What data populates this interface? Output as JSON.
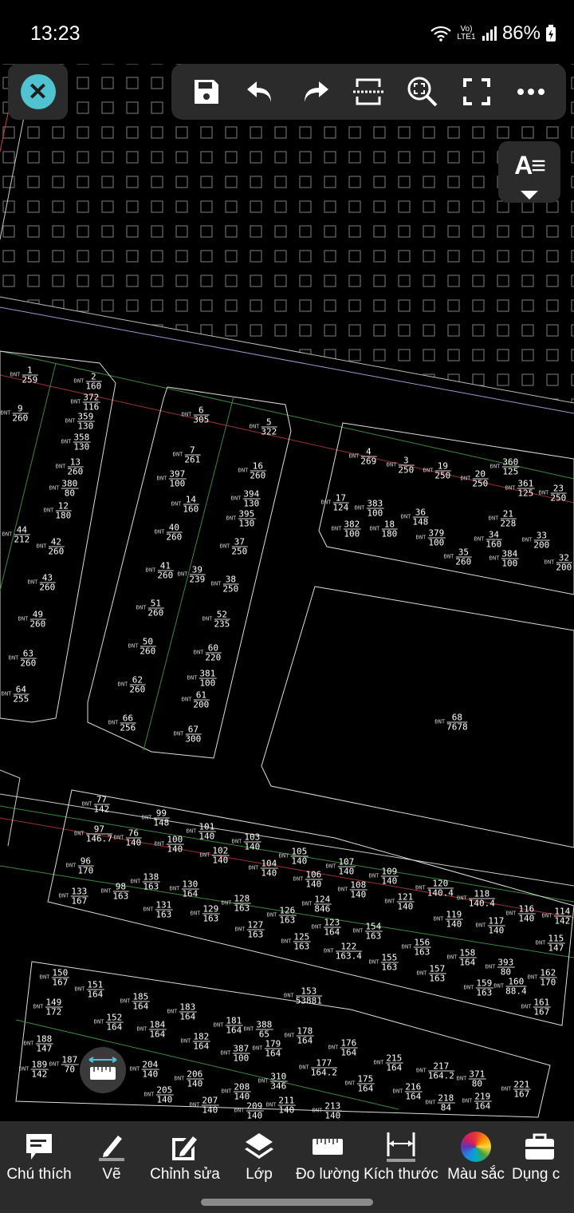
{
  "status_bar": {
    "time": "13:23",
    "network": "Vo) LTE1",
    "battery": "86%"
  },
  "toolbar": {
    "icons": [
      "save-icon",
      "undo-icon",
      "redo-icon",
      "section-icon",
      "zoom-extents-icon",
      "fullscreen-icon",
      "more-icon"
    ]
  },
  "accent_color": "#4fc3cf",
  "drawing": {
    "parcel_prefix": "ĐNT",
    "parcels": [
      {
        "id": "1",
        "area": "259"
      },
      {
        "id": "2",
        "area": "160"
      },
      {
        "id": "372",
        "area": "116"
      },
      {
        "id": "359",
        "area": "130"
      },
      {
        "id": "358",
        "area": "130"
      },
      {
        "id": "9",
        "area": "260"
      },
      {
        "id": "13",
        "area": "260"
      },
      {
        "id": "380",
        "area": "80"
      },
      {
        "id": "12",
        "area": "180"
      },
      {
        "id": "44",
        "area": "212"
      },
      {
        "id": "42",
        "area": "260"
      },
      {
        "id": "43",
        "area": "260"
      },
      {
        "id": "49",
        "area": "260"
      },
      {
        "id": "63",
        "area": "260"
      },
      {
        "id": "64",
        "area": "255"
      },
      {
        "id": "6",
        "area": "305"
      },
      {
        "id": "5",
        "area": "322"
      },
      {
        "id": "7",
        "area": "261"
      },
      {
        "id": "16",
        "area": "260"
      },
      {
        "id": "397",
        "area": "100"
      },
      {
        "id": "14",
        "area": "160"
      },
      {
        "id": "394",
        "area": "130"
      },
      {
        "id": "395",
        "area": "130"
      },
      {
        "id": "40",
        "area": "260"
      },
      {
        "id": "37",
        "area": "250"
      },
      {
        "id": "41",
        "area": "260"
      },
      {
        "id": "39",
        "area": "239"
      },
      {
        "id": "38",
        "area": "250"
      },
      {
        "id": "51",
        "area": "260"
      },
      {
        "id": "52",
        "area": "235"
      },
      {
        "id": "50",
        "area": "260"
      },
      {
        "id": "60",
        "area": "220"
      },
      {
        "id": "381",
        "area": "100"
      },
      {
        "id": "62",
        "area": "260"
      },
      {
        "id": "61",
        "area": "200"
      },
      {
        "id": "66",
        "area": "256"
      },
      {
        "id": "67",
        "area": "300"
      },
      {
        "id": "4",
        "area": "269"
      },
      {
        "id": "3",
        "area": "250"
      },
      {
        "id": "19",
        "area": "250"
      },
      {
        "id": "20",
        "area": "250"
      },
      {
        "id": "360",
        "area": "125"
      },
      {
        "id": "361",
        "area": "125"
      },
      {
        "id": "23",
        "area": "250"
      },
      {
        "id": "17",
        "area": "124"
      },
      {
        "id": "383",
        "area": "100"
      },
      {
        "id": "36",
        "area": "148"
      },
      {
        "id": "21",
        "area": "228"
      },
      {
        "id": "382",
        "area": "100"
      },
      {
        "id": "18",
        "area": "180"
      },
      {
        "id": "379",
        "area": "100"
      },
      {
        "id": "34",
        "area": "160"
      },
      {
        "id": "33",
        "area": "200"
      },
      {
        "id": "35",
        "area": "260"
      },
      {
        "id": "384",
        "area": "100"
      },
      {
        "id": "32",
        "area": "200"
      },
      {
        "id": "68",
        "area": "7678"
      },
      {
        "id": "77",
        "area": "142"
      },
      {
        "id": "99",
        "area": "148"
      },
      {
        "id": "97",
        "area": "146.7"
      },
      {
        "id": "76",
        "area": "140"
      },
      {
        "id": "101",
        "area": "140"
      },
      {
        "id": "100",
        "area": "140"
      },
      {
        "id": "103",
        "area": "140"
      },
      {
        "id": "102",
        "area": "140"
      },
      {
        "id": "105",
        "area": "140"
      },
      {
        "id": "104",
        "area": "140"
      },
      {
        "id": "107",
        "area": "140"
      },
      {
        "id": "96",
        "area": "170"
      },
      {
        "id": "106",
        "area": "140"
      },
      {
        "id": "109",
        "area": "140"
      },
      {
        "id": "108",
        "area": "140"
      },
      {
        "id": "120",
        "area": "140.4"
      },
      {
        "id": "118",
        "area": "140.4"
      },
      {
        "id": "116",
        "area": "140"
      },
      {
        "id": "114",
        "area": "142"
      },
      {
        "id": "121",
        "area": "140"
      },
      {
        "id": "119",
        "area": "140"
      },
      {
        "id": "117",
        "area": "140"
      },
      {
        "id": "115",
        "area": "147"
      },
      {
        "id": "133",
        "area": "167"
      },
      {
        "id": "98",
        "area": "163"
      },
      {
        "id": "138",
        "area": "163"
      },
      {
        "id": "131",
        "area": "163"
      },
      {
        "id": "130",
        "area": "164"
      },
      {
        "id": "129",
        "area": "163"
      },
      {
        "id": "128",
        "area": "163"
      },
      {
        "id": "127",
        "area": "163"
      },
      {
        "id": "126",
        "area": "163"
      },
      {
        "id": "124",
        "area": "846"
      },
      {
        "id": "123",
        "area": "164"
      },
      {
        "id": "125",
        "area": "163"
      },
      {
        "id": "122",
        "area": "163.4"
      },
      {
        "id": "154",
        "area": "163"
      },
      {
        "id": "156",
        "area": "163"
      },
      {
        "id": "155",
        "area": "163"
      },
      {
        "id": "158",
        "area": "164"
      },
      {
        "id": "157",
        "area": "163"
      },
      {
        "id": "393",
        "area": "80"
      },
      {
        "id": "162",
        "area": "170"
      },
      {
        "id": "159",
        "area": "163"
      },
      {
        "id": "160",
        "area": "88.4"
      },
      {
        "id": "161",
        "area": "167"
      },
      {
        "id": "150",
        "area": "167"
      },
      {
        "id": "151",
        "area": "164"
      },
      {
        "id": "149",
        "area": "172"
      },
      {
        "id": "185",
        "area": "164"
      },
      {
        "id": "152",
        "area": "164"
      },
      {
        "id": "153",
        "area": "53881"
      },
      {
        "id": "183",
        "area": "164"
      },
      {
        "id": "188",
        "area": "147"
      },
      {
        "id": "184",
        "area": "164"
      },
      {
        "id": "182",
        "area": "164"
      },
      {
        "id": "181",
        "area": "164"
      },
      {
        "id": "388",
        "area": "65"
      },
      {
        "id": "178",
        "area": "164"
      },
      {
        "id": "179",
        "area": "164"
      },
      {
        "id": "176",
        "area": "164"
      },
      {
        "id": "387",
        "area": "100"
      },
      {
        "id": "215",
        "area": "164"
      },
      {
        "id": "189",
        "area": "142"
      },
      {
        "id": "187",
        "area": "70"
      },
      {
        "id": "204",
        "area": "140"
      },
      {
        "id": "177",
        "area": "164.2"
      },
      {
        "id": "217",
        "area": "164.2"
      },
      {
        "id": "371",
        "area": "80"
      },
      {
        "id": "175",
        "area": "164"
      },
      {
        "id": "206",
        "area": "140"
      },
      {
        "id": "310",
        "area": "346"
      },
      {
        "id": "216",
        "area": "164"
      },
      {
        "id": "221",
        "area": "167"
      },
      {
        "id": "208",
        "area": "140"
      },
      {
        "id": "205",
        "area": "140"
      },
      {
        "id": "218",
        "area": "84"
      },
      {
        "id": "219",
        "area": "164"
      },
      {
        "id": "207",
        "area": "140"
      },
      {
        "id": "211",
        "area": "140"
      },
      {
        "id": "209",
        "area": "140"
      },
      {
        "id": "213",
        "area": "140"
      }
    ]
  },
  "bottom_bar": {
    "items": [
      {
        "label": "Chú thích",
        "icon": "comment-icon"
      },
      {
        "label": "Vẽ",
        "icon": "pencil-icon"
      },
      {
        "label": "Chỉnh sửa",
        "icon": "edit-icon"
      },
      {
        "label": "Lớp",
        "icon": "layers-icon"
      },
      {
        "label": "Đo lường",
        "icon": "ruler-icon"
      },
      {
        "label": "Kích thước",
        "icon": "dimension-icon"
      },
      {
        "label": "Màu sắc",
        "icon": "color-wheel-icon"
      },
      {
        "label": "Dụng c",
        "icon": "toolbox-icon"
      }
    ]
  }
}
